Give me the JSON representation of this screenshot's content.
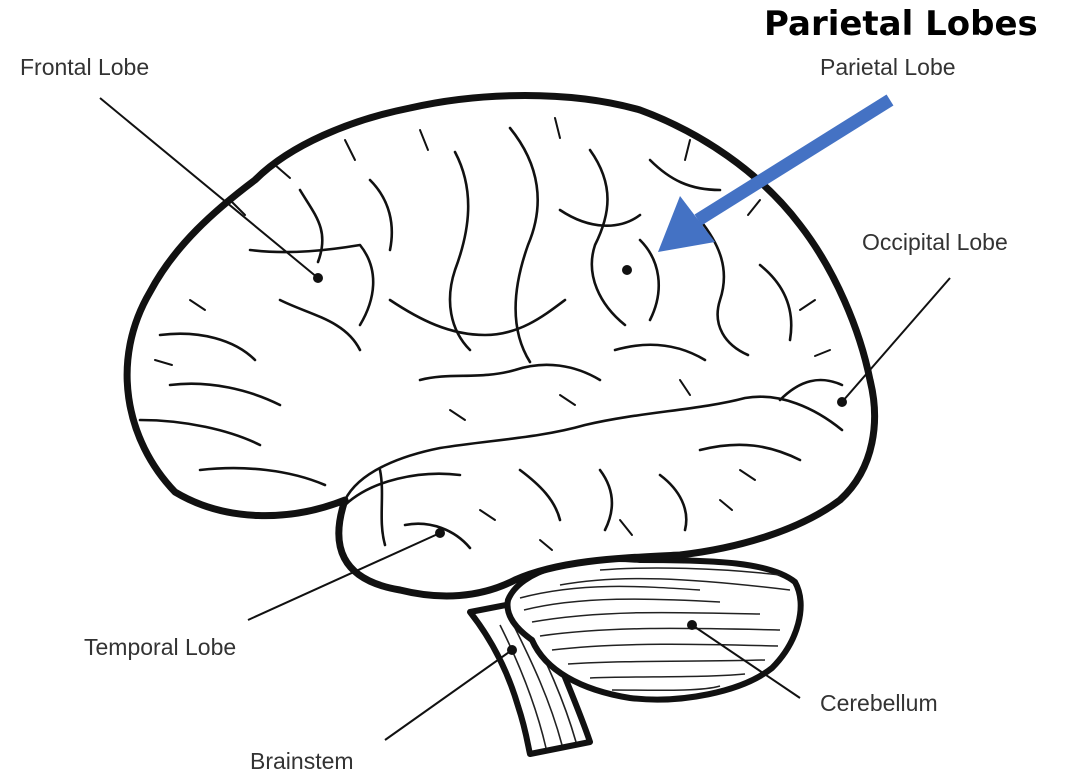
{
  "heading": "Parietal Lobes",
  "labels": {
    "frontal": "Frontal Lobe",
    "parietal": "Parietal Lobe",
    "occipital": "Occipital Lobe",
    "temporal": "Temporal Lobe",
    "cerebellum": "Cerebellum",
    "brainstem": "Brainstem"
  },
  "colors": {
    "arrow": "#4472C4",
    "outline": "#111111",
    "label_text": "#333333",
    "background": "#FFFFFF"
  }
}
